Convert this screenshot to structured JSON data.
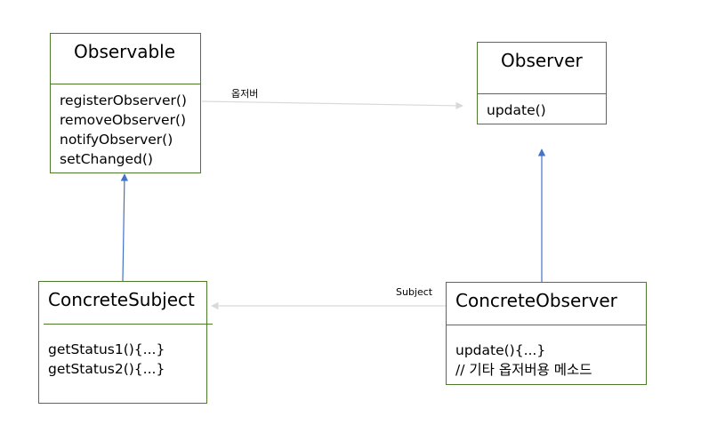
{
  "colors": {
    "box_border": "#4e7a2c",
    "inheritance_arrow": "#4472c4",
    "association_arrow": "#d9d9d9"
  },
  "classes": {
    "observable": {
      "name": "Observable",
      "methods": [
        "registerObserver()",
        "removeObserver()",
        "notifyObserver()",
        "setChanged()"
      ]
    },
    "observer": {
      "name": "Observer",
      "methods": [
        "update()"
      ]
    },
    "concrete_subject": {
      "name": "ConcreteSubject",
      "methods": [
        "getStatus1(){...}",
        "getStatus2(){...}"
      ]
    },
    "concrete_observer": {
      "name": "ConcreteObserver",
      "methods": [
        "update(){...}",
        "// 기타 옵저버용 메소드"
      ]
    }
  },
  "relations": {
    "observable_to_observer_label": "옵저버",
    "concrete_observer_to_subject_label": "Subject"
  }
}
